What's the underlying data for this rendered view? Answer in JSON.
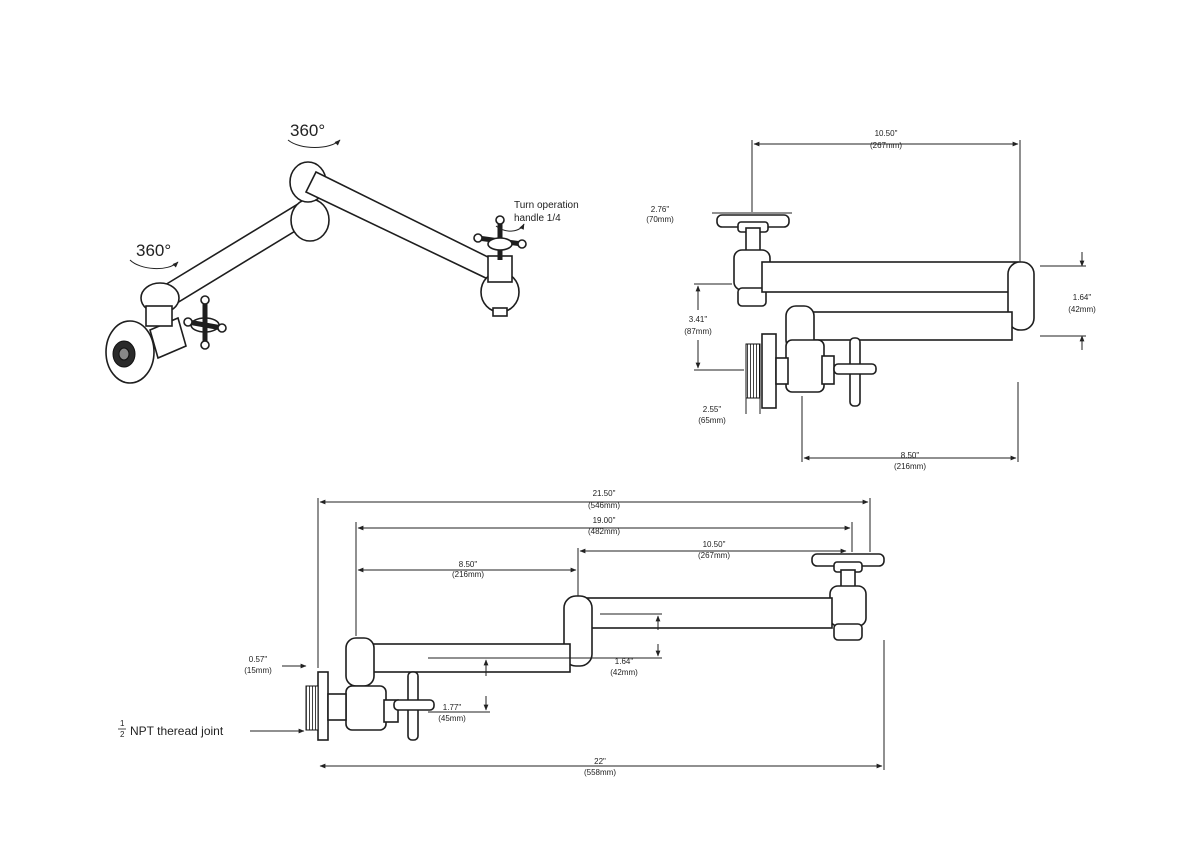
{
  "isometric": {
    "rotation_top": "360°",
    "rotation_left": "360°",
    "handle_note_line1": "Turn operation",
    "handle_note_line2": "handle 1/4"
  },
  "side_view": {
    "overall_width": {
      "in": "10.50\"",
      "mm": "(267mm)"
    },
    "handle_width": {
      "in": "2.76\"",
      "mm": "(70mm)"
    },
    "arm_height": {
      "in": "1.64\"",
      "mm": "(42mm)"
    },
    "drop": {
      "in": "3.41\"",
      "mm": "(87mm)"
    },
    "flange": {
      "in": "2.55\"",
      "mm": "(65mm)"
    },
    "lower_arm": {
      "in": "8.50\"",
      "mm": "(216mm)"
    }
  },
  "front_view": {
    "total_extension": {
      "in": "21.50\"",
      "mm": "(546mm)"
    },
    "arm_span": {
      "in": "19.00\"",
      "mm": "(482mm)"
    },
    "first_arm": {
      "in": "8.50\"",
      "mm": "(216mm)"
    },
    "second_arm": {
      "in": "10.50\"",
      "mm": "(267mm)"
    },
    "wall_gap": {
      "in": "0.57\"",
      "mm": "(15mm)"
    },
    "arm_height": {
      "in": "1.64\"",
      "mm": "(42mm)"
    },
    "valve_offset": {
      "in": "1.77\"",
      "mm": "(45mm)"
    },
    "overall": {
      "in": "22\"",
      "mm": "(558mm)"
    },
    "thread_fraction_num": "1",
    "thread_fraction_den": "2",
    "thread_label": "NPT theread joint"
  }
}
